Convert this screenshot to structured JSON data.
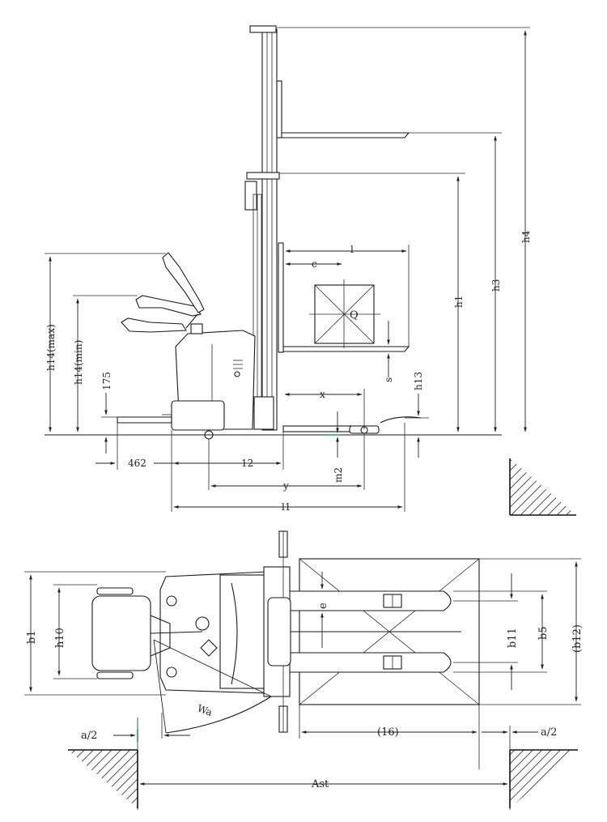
{
  "side_view": {
    "labels": {
      "h4": "h4",
      "h3": "h3",
      "h1": "h1",
      "h13": "h13",
      "s": "s",
      "l": "l",
      "c": "c",
      "q": "Q",
      "x": "x",
      "h14_max": "h14(max)",
      "h14_min": "h14(min)",
      "dim_175": "175",
      "dim_462": "462",
      "l2": "12",
      "y": "y",
      "l1": "l1",
      "m2": "m2"
    }
  },
  "top_view": {
    "labels": {
      "b1": "b1",
      "h10": "h10",
      "e": "e",
      "b11": "b11",
      "b5": "b5",
      "b12": "(b12)",
      "wa": "Wa",
      "a_half_left": "a/2",
      "a_half_right": "a/2",
      "l6": "(16)",
      "ast": "Ast"
    }
  }
}
